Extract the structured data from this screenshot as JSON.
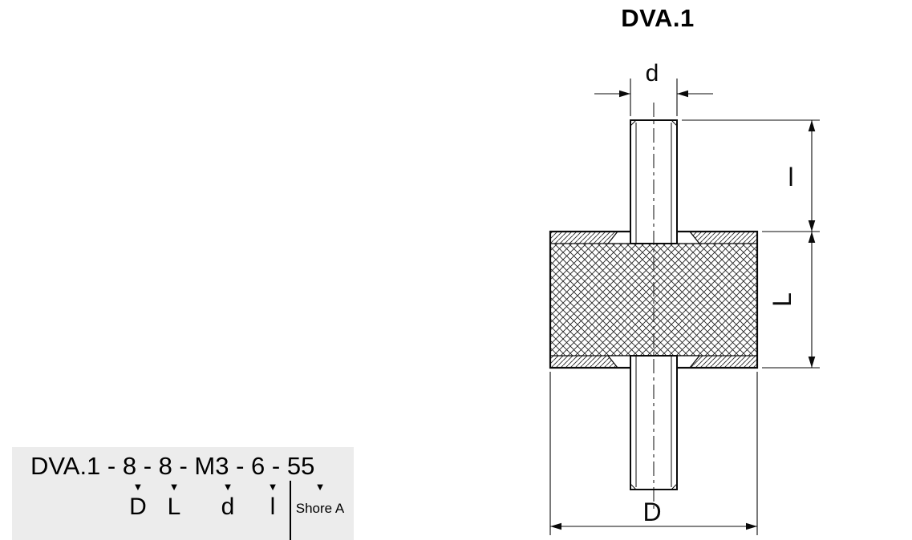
{
  "title": "DVA.1",
  "drawing": {
    "dim_d": "d",
    "dim_l": "l",
    "dim_L": "L",
    "dim_D": "D"
  },
  "legend": {
    "code": "DVA.1 - 8 - 8 - M3 - 6 - 55",
    "arrow_icon": "▼",
    "mappings": [
      {
        "value": "8",
        "label": "D"
      },
      {
        "value": "8",
        "label": "L"
      },
      {
        "value": "M3",
        "label": "d"
      },
      {
        "value": "6",
        "label": "l"
      },
      {
        "value": "55",
        "label": "Shore A"
      }
    ]
  },
  "colors": {
    "legend_bg": "#ececec",
    "line": "#0a0a0a",
    "background": "#ffffff"
  }
}
